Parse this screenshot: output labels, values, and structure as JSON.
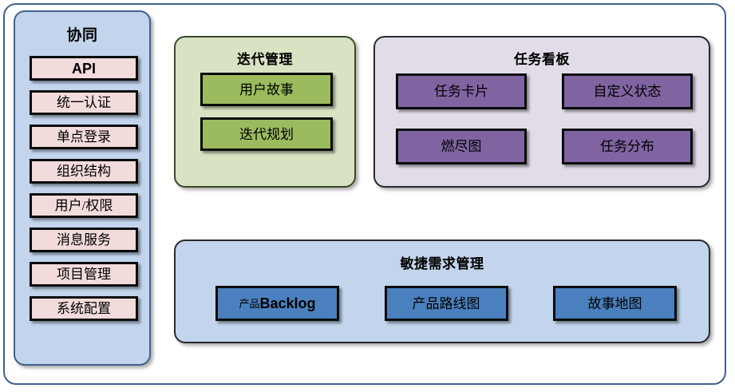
{
  "diagram": {
    "sidebar": {
      "title": "协同",
      "items": [
        {
          "label": "API",
          "latin": true
        },
        {
          "label": "统一认证",
          "latin": false
        },
        {
          "label": "单点登录",
          "latin": false
        },
        {
          "label": "组织结构",
          "latin": false
        },
        {
          "label": "用户/权限",
          "latin": false
        },
        {
          "label": "消息服务",
          "latin": false
        },
        {
          "label": "项目管理",
          "latin": false
        },
        {
          "label": "系统配置",
          "latin": false
        }
      ]
    },
    "iteration": {
      "title": "迭代管理",
      "items": [
        {
          "label": "用户故事"
        },
        {
          "label": "迭代规划"
        }
      ]
    },
    "taskboard": {
      "title": "任务看板",
      "items": [
        {
          "label": "任务卡片"
        },
        {
          "label": "自定义状态"
        },
        {
          "label": "燃尽图"
        },
        {
          "label": "任务分布"
        }
      ]
    },
    "agile": {
      "title": "敏捷需求管理",
      "items": [
        {
          "label": "产品Backlog",
          "zh": "产品",
          "latin": "Backlog",
          "mixed": true
        },
        {
          "label": "产品路线图",
          "mixed": false
        },
        {
          "label": "故事地图",
          "mixed": false
        }
      ]
    },
    "colors": {
      "frame_border": "#40618C",
      "sidebar_bg": "#C2D5ED",
      "sidebar_item_bg": "#F2DCDB",
      "iteration_bg": "#D9E3C4",
      "iteration_item_bg": "#9CBB5F",
      "taskboard_bg": "#E2DCE9",
      "taskboard_item_bg": "#8064A2",
      "agile_bg": "#C2D5ED",
      "agile_item_bg": "#4A80BD",
      "box_border": "#0B0B0B"
    }
  }
}
